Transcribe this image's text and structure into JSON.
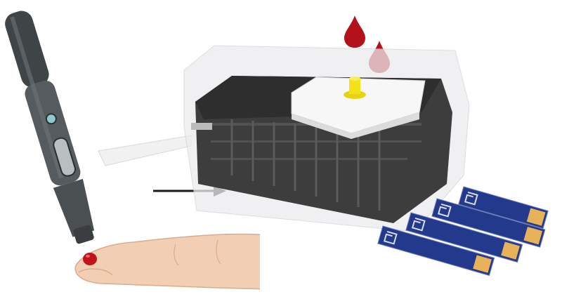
{
  "illustration": {
    "elements": [
      "lancing-device",
      "finger",
      "blood-drop",
      "arrow",
      "test-device",
      "test-strips",
      "blood-drops"
    ],
    "colors": {
      "lancet_body": "#4a4f52",
      "lancet_button": "#8fc9c8",
      "skin": "#f2cfb3",
      "blood": "#b3121b",
      "device_dark": "#3a3a3a",
      "device_case": "#e9e9ea",
      "strip_blue": "#233a8c",
      "strip_gold": "#e8b25a",
      "knob_yellow": "#f3e216",
      "arrow": "#1a1a1a"
    },
    "strip_count": 4
  }
}
